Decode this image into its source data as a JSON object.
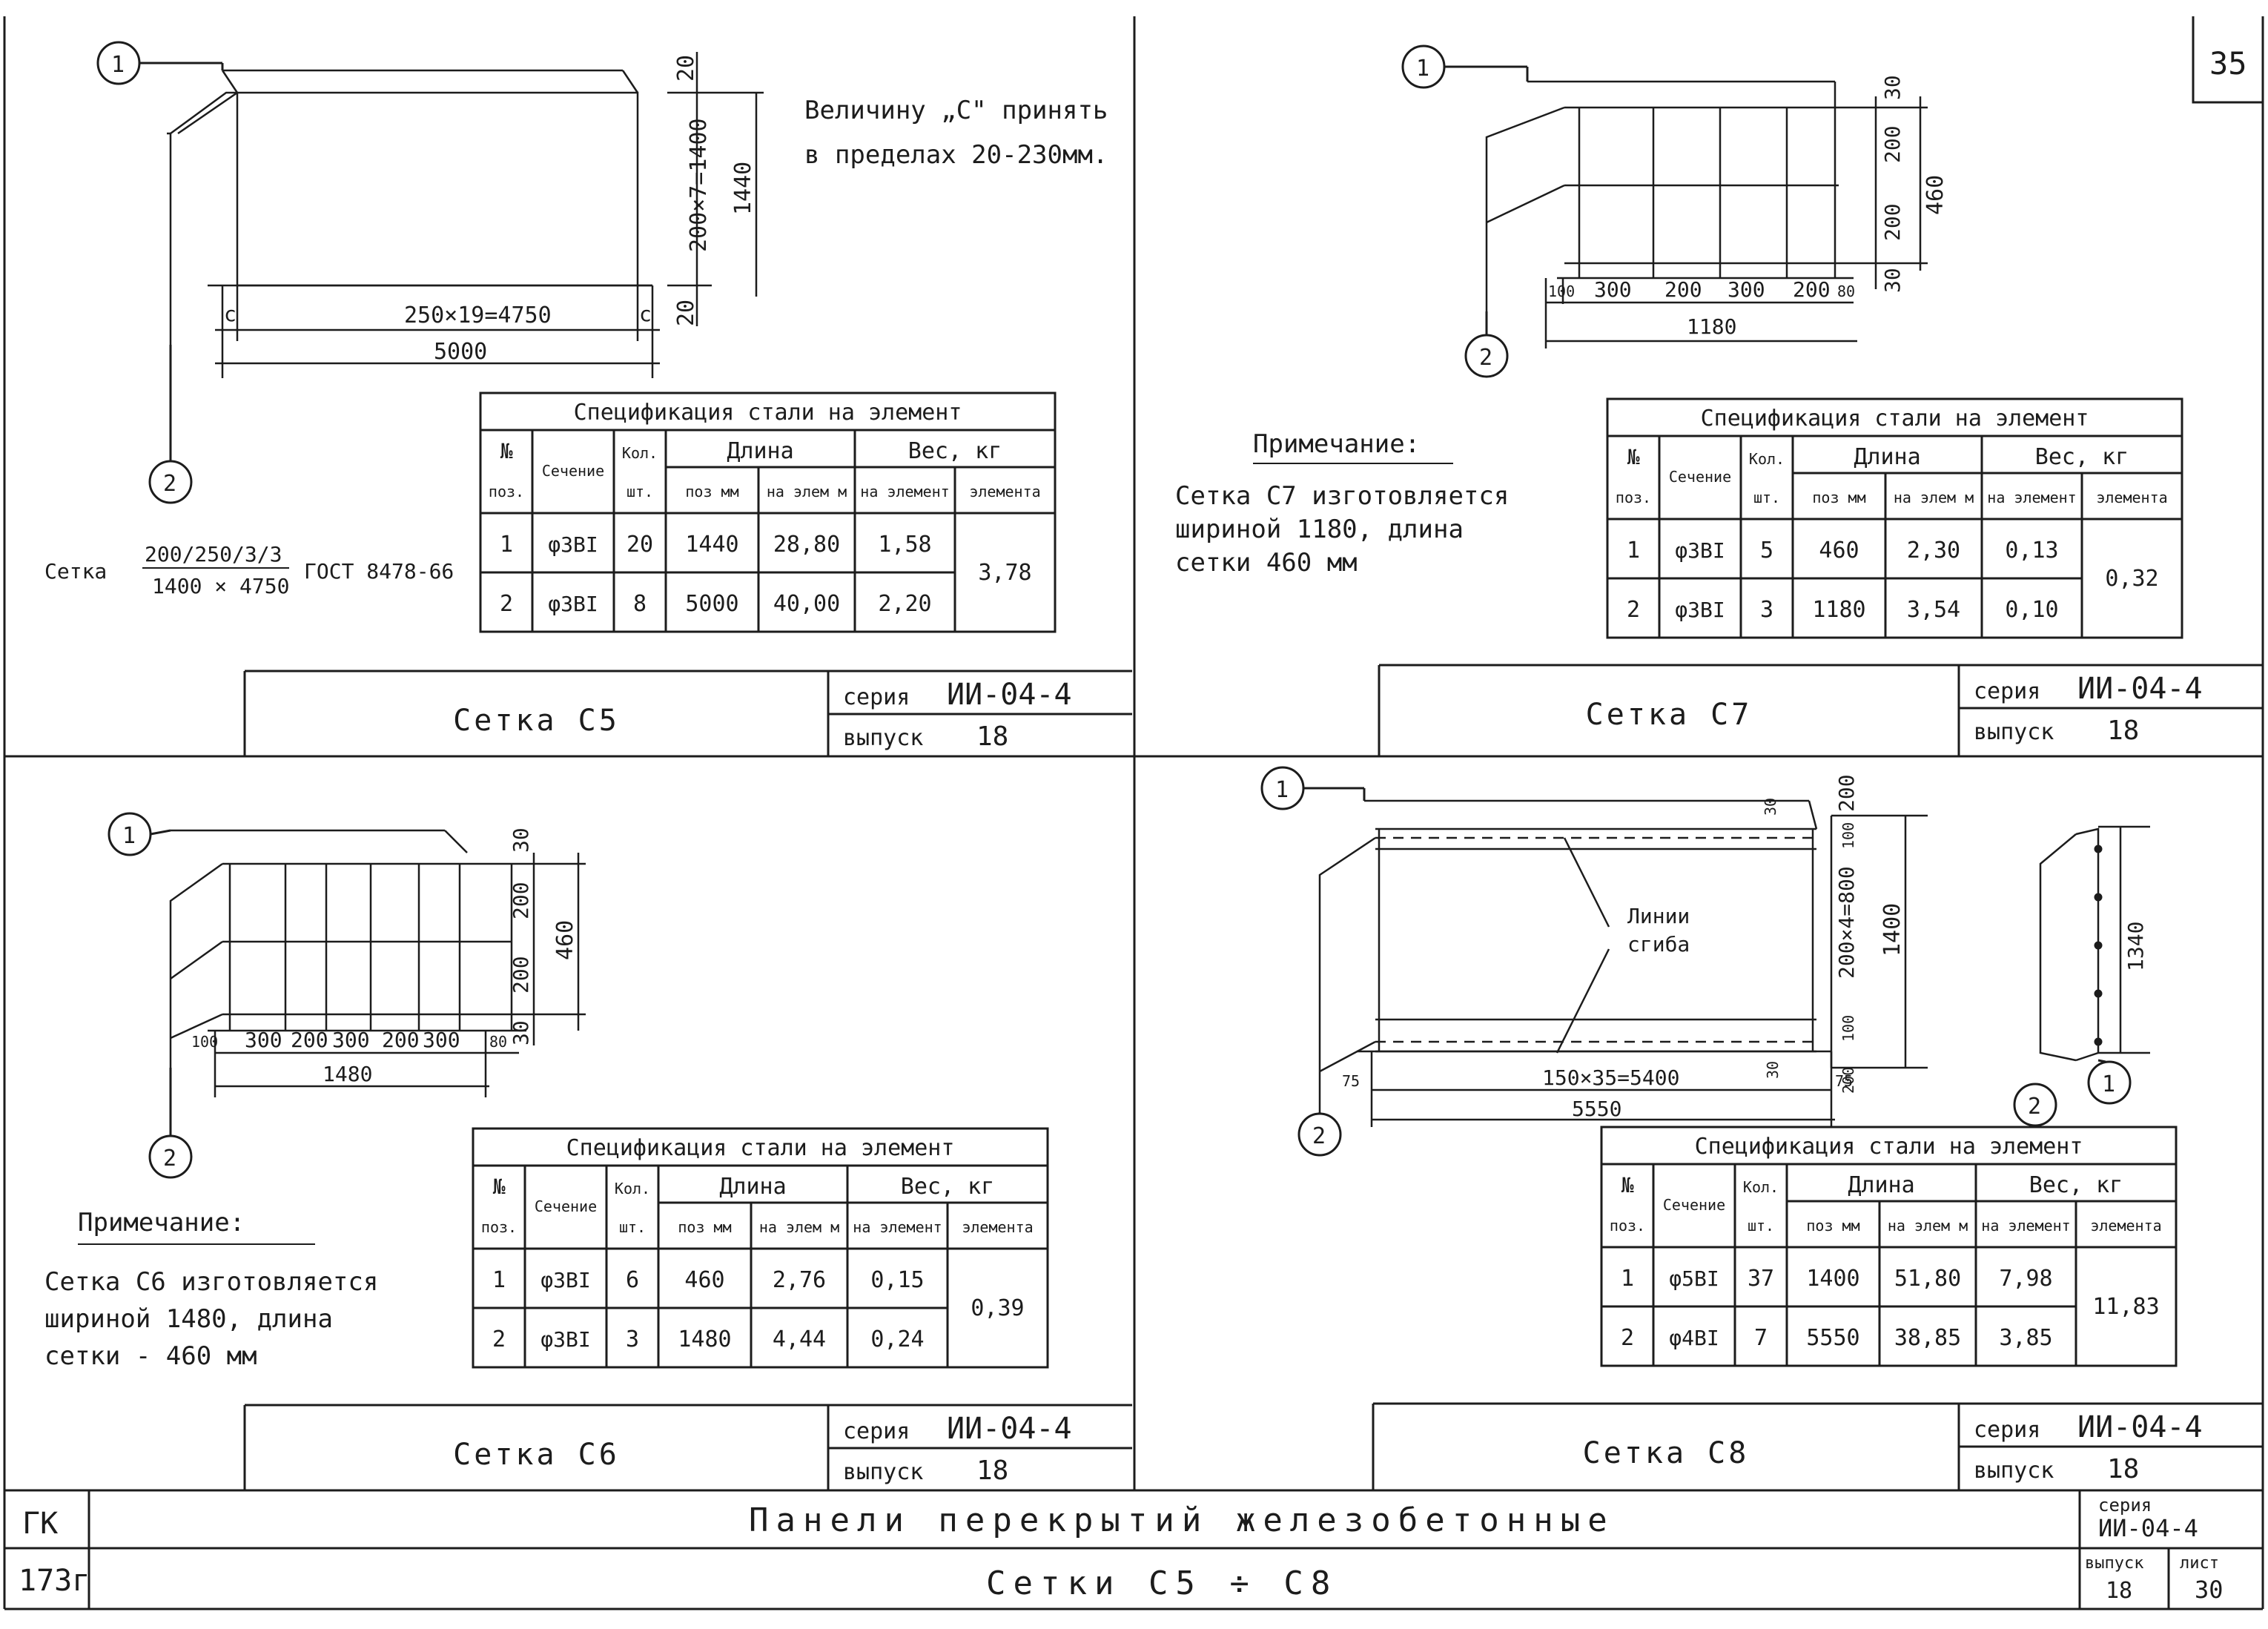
{
  "sheet_number": "35",
  "headers": {
    "spec_title": "Спецификация стали на элемент",
    "spec_title_c8": "Спецификация стали на элемент",
    "col_no": "№",
    "col_no_2": "поз.",
    "col_section": "Сечение",
    "col_qty": "Кол.",
    "col_qty_2": "шт.",
    "col_length": "Длина",
    "col_length_pos": "поз мм",
    "col_length_elem": "на элем м",
    "col_weight": "Вес, кг",
    "col_weight_elem": "на элемент",
    "col_weight_total": "элемента"
  },
  "series_label": "серия",
  "series_value": "ИИ-04-4",
  "issue_label": "выпуск",
  "issue_value": "18",
  "note_label": "Примечание:",
  "c5": {
    "title": "Сетка С5",
    "marker1": "1",
    "marker2": "2",
    "note_line1": "Величину „С\" принять",
    "note_line2": "в пределах 20-230мм.",
    "mesh_label": "Сетка",
    "mesh_top": "200/250/3/3",
    "mesh_bottom": "1400 × 4750",
    "mesh_gost": "ГОСТ 8478-66",
    "dims": {
      "top": "20",
      "vertical": "200×7=1400",
      "height": "1440",
      "horizontal": "250×19=4750",
      "width": "5000",
      "c": "c",
      "bottom": "20"
    },
    "rows": [
      {
        "pos": "1",
        "section": "φ3ВI",
        "qty": "20",
        "len_pos": "1440",
        "len_elem": "28,80",
        "w_elem": "1,58"
      },
      {
        "pos": "2",
        "section": "φ3ВI",
        "qty": "8",
        "len_pos": "5000",
        "len_elem": "40,00",
        "w_elem": "2,20"
      }
    ],
    "total": "3,78"
  },
  "c7": {
    "title": "Сетка С7",
    "marker1": "1",
    "marker2": "2",
    "note_line1": "Сетка С7 изготовляется",
    "note_line2": "шириной 1180, длина",
    "note_line3": "сетки 460 мм",
    "dims": {
      "top": "30",
      "mid1": "200",
      "mid2": "200",
      "bot": "30",
      "height": "460",
      "s1": "100",
      "s2": "300",
      "s3": "200",
      "s4": "300",
      "s5": "200",
      "s6": "80",
      "width": "1180"
    },
    "rows": [
      {
        "pos": "1",
        "section": "φ3ВI",
        "qty": "5",
        "len_pos": "460",
        "len_elem": "2,30",
        "w_elem": "0,13"
      },
      {
        "pos": "2",
        "section": "φ3ВI",
        "qty": "3",
        "len_pos": "1180",
        "len_elem": "3,54",
        "w_elem": "0,10"
      }
    ],
    "total": "0,32"
  },
  "c6": {
    "title": "Сетка С6",
    "marker1": "1",
    "marker2": "2",
    "note_line1": "Сетка С6 изготовляется",
    "note_line2": "шириной 1480, длина",
    "note_line3": "сетки - 460 мм",
    "dims": {
      "top": "30",
      "mid1": "200",
      "mid2": "200",
      "bot": "30",
      "height": "460",
      "s1": "100",
      "s2": "300",
      "s3": "200",
      "s4": "300",
      "s5": "200",
      "s6": "300",
      "s7": "80",
      "width": "1480"
    },
    "rows": [
      {
        "pos": "1",
        "section": "φ3ВI",
        "qty": "6",
        "len_pos": "460",
        "len_elem": "2,76",
        "w_elem": "0,15"
      },
      {
        "pos": "2",
        "section": "φ3ВI",
        "qty": "3",
        "len_pos": "1480",
        "len_elem": "4,44",
        "w_elem": "0,24"
      }
    ],
    "total": "0,39"
  },
  "c8": {
    "title": "Сетка С8",
    "marker1": "1",
    "marker2": "2",
    "bend_line1": "Линии",
    "bend_line2": "сгиба",
    "dims": {
      "top": "200",
      "inner": "30",
      "d100": "100",
      "vertical": "200×4=800",
      "height": "1400",
      "horizontal": "150×35=5400",
      "width": "5550",
      "left": "75",
      "right": "75",
      "bottom": "200",
      "bot_inner": "30",
      "side": "1340"
    },
    "rows": [
      {
        "pos": "1",
        "section": "φ5ВI",
        "qty": "37",
        "len_pos": "1400",
        "len_elem": "51,80",
        "w_elem": "7,98"
      },
      {
        "pos": "2",
        "section": "φ4ВI",
        "qty": "7",
        "len_pos": "5550",
        "len_elem": "38,85",
        "w_elem": "3,85"
      }
    ],
    "total": "11,83"
  },
  "title_block": {
    "gk": "ГК",
    "code": "173г",
    "name_line1": "Панели перекрытий железобетонные",
    "name_line2": "Сетки С5 ÷ С8",
    "series_label": "серия",
    "series_value": "ИИ-04-4",
    "issue_label": "выпуск",
    "issue_value": "18",
    "sheet_label": "лист",
    "sheet_value": "30"
  }
}
